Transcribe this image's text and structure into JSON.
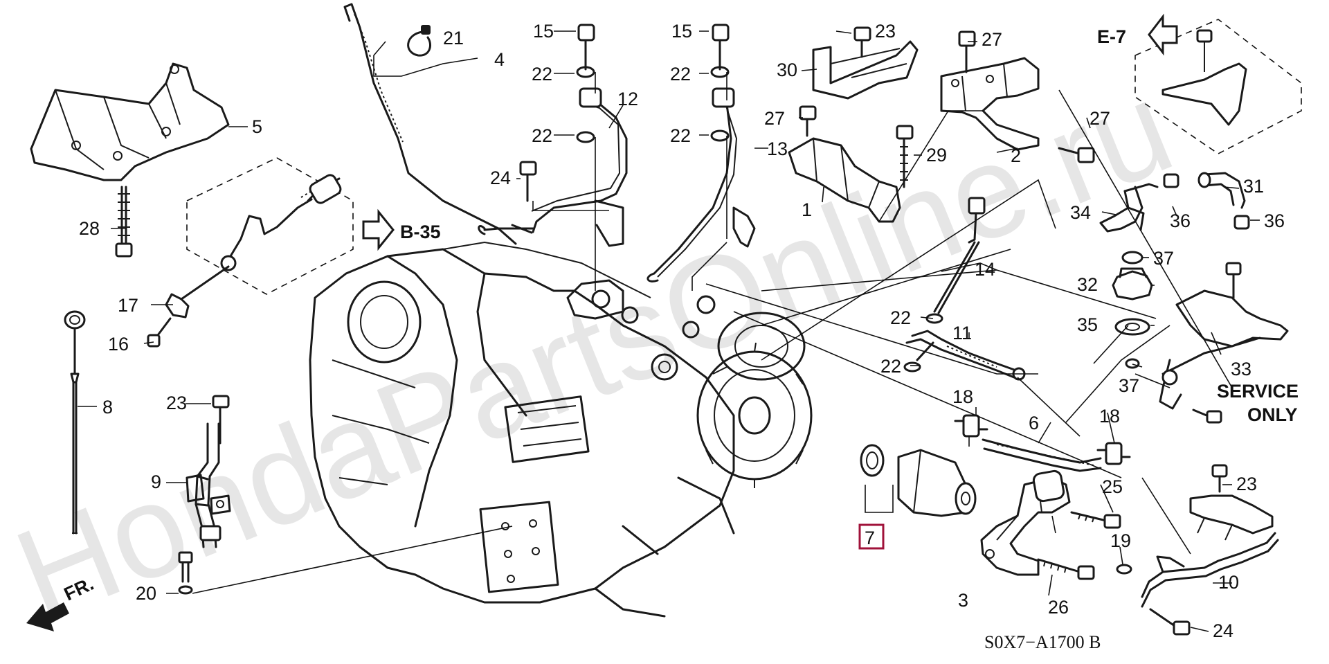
{
  "diagram": {
    "watermark": "HondaPartsOnline.ru",
    "code": "S0X7−A1700 B",
    "references": {
      "b35": "B-35",
      "e7": "E-7",
      "fr": "FR."
    },
    "service_note": {
      "line1": "SERVICE",
      "line2": "ONLY"
    },
    "highlighted_part": "7",
    "callouts": [
      "1",
      "2",
      "3",
      "4",
      "5",
      "6",
      "7",
      "8",
      "9",
      "10",
      "11",
      "12",
      "13",
      "14",
      "15",
      "16",
      "17",
      "18",
      "19",
      "20",
      "21",
      "22",
      "23",
      "24",
      "25",
      "26",
      "27",
      "28",
      "29",
      "30",
      "31",
      "32",
      "33",
      "34",
      "35",
      "36",
      "37"
    ]
  }
}
